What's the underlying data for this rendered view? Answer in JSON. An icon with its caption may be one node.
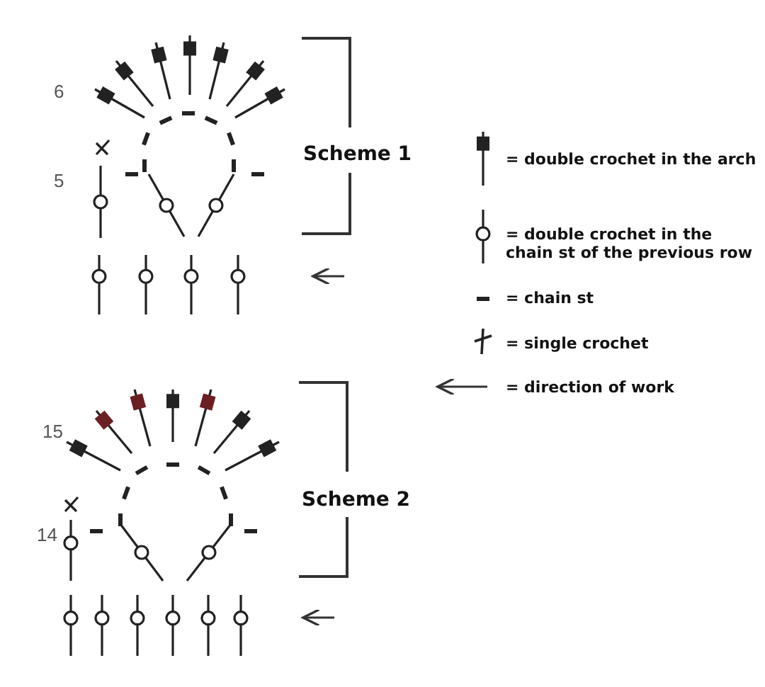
{
  "diagram": {
    "labels": [
      "6",
      "5",
      "Scheme 1",
      "15",
      "14",
      "Scheme 2"
    ],
    "legend": [
      {
        "text": "= double crochet in the arch"
      },
      {
        "text": "= double crochet in the chain st of the previous row"
      },
      {
        "text": "= chain st"
      },
      {
        "text": "= single crochet"
      },
      {
        "text": "= direction of work"
      }
    ]
  }
}
